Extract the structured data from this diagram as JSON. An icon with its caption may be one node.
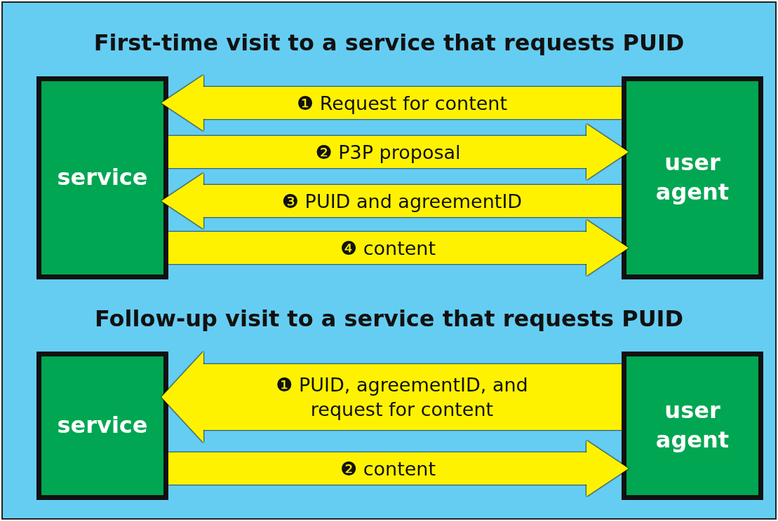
{
  "diagram": {
    "nodes": [
      {
        "text": [
          "service"
        ]
      },
      {
        "text": [
          "user agent"
        ]
      },
      {
        "text": [
          "service"
        ]
      },
      {
        "text": [
          "user agent"
        ]
      }
    ],
    "edges": [
      {
        "from": 1,
        "to": 0,
        "arrow": "to",
        "label": "❶ Request for content"
      },
      {
        "from": 0,
        "to": 1,
        "arrow": "to",
        "label": "❷ P3P proposal"
      },
      {
        "from": 1,
        "to": 0,
        "arrow": "to",
        "label": "❸ PUID and agreementID"
      },
      {
        "from": 0,
        "to": 1,
        "arrow": "to",
        "label": "❹ content"
      },
      {
        "from": 3,
        "to": 2,
        "arrow": "to",
        "label": "❶ PUID, agreementID, and request for content",
        "style": "thick"
      },
      {
        "from": 2,
        "to": 3,
        "arrow": "to",
        "label": "❷ content"
      }
    ],
    "labels": [
      "First-time visit to a service that requests PUID",
      "Follow-up visit to a service that requests PUID"
    ]
  }
}
